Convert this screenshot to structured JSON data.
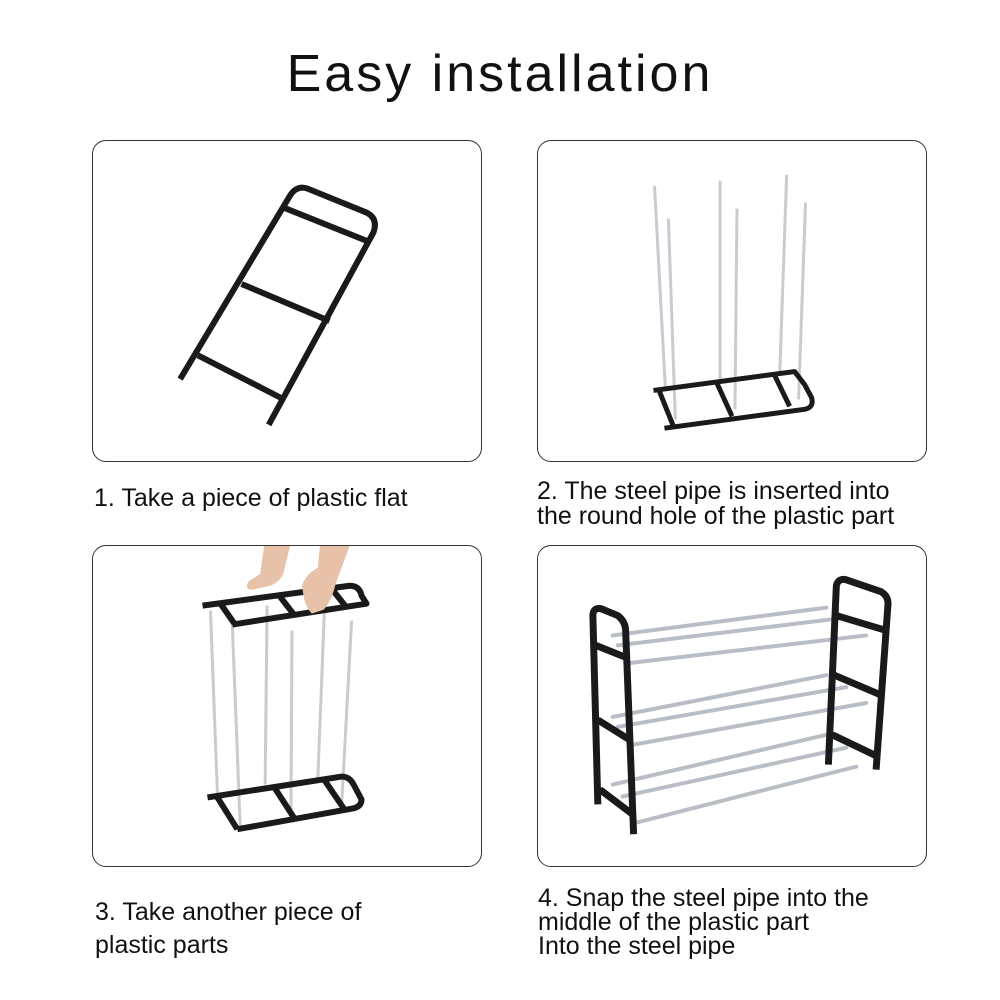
{
  "title": "Easy installation",
  "steps": [
    {
      "number": "1",
      "image": "plastic-frame-piece",
      "caption_lines": [
        "1. Take a piece of plastic flat"
      ]
    },
    {
      "number": "2",
      "image": "steel-pipes-inserted-into-base",
      "caption_lines": [
        "2. The steel pipe is inserted into",
        "the round hole of the plastic part"
      ]
    },
    {
      "number": "3",
      "image": "hands-placing-top-frame",
      "caption_lines": [
        "3. Take another piece of",
        "plastic parts"
      ]
    },
    {
      "number": "4",
      "image": "assembled-three-tier-shoe-rack",
      "caption_lines": [
        "4. Snap the steel pipe into the",
        "middle of the plastic part",
        "Into the steel pipe"
      ]
    }
  ],
  "colors": {
    "frame": "#1a1a1a",
    "pipe": "#c8ccd2",
    "border": "#333333"
  }
}
